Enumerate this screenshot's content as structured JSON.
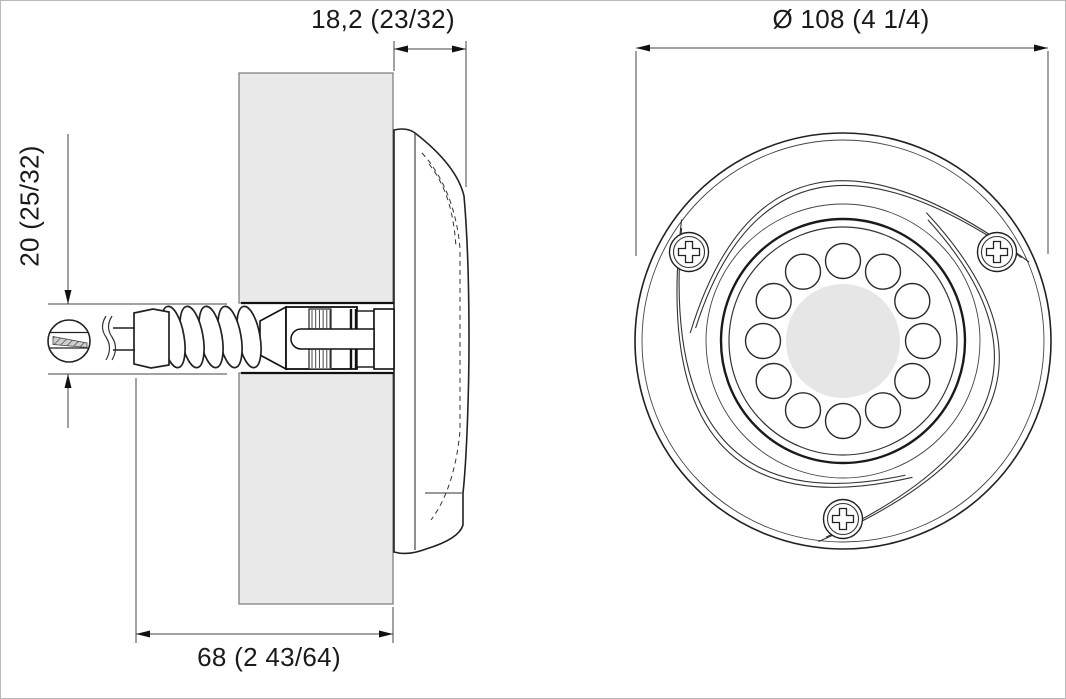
{
  "diagram": {
    "type": "technical-drawing",
    "views": {
      "side_section": {
        "name": "side cross-section through panel"
      },
      "front": {
        "name": "front view of round luminaire",
        "led_count": 12,
        "screw_count": 3
      }
    },
    "dimensions": {
      "protrusion": "18,2 (23/32)",
      "diameter": "Ø 108 (4 1/4)",
      "cutout": "20 (25/32)",
      "depth": "68 (2 43/64)"
    },
    "colors": {
      "line": "#1a1a1a",
      "wall_fill": "#e9e9e9",
      "lens_center_fill": "#e6e6e6",
      "background": "#ffffff"
    }
  }
}
